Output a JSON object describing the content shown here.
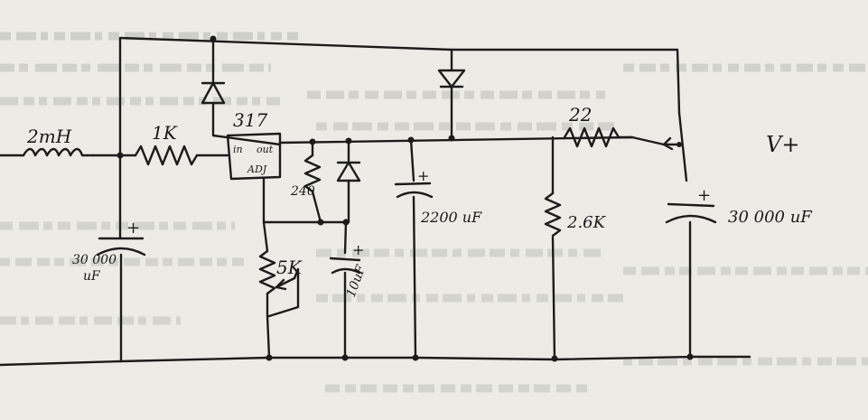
{
  "colors": {
    "paper": "#ecebe6",
    "ink": "#1c1c1c",
    "bleed": "#b8b8b4"
  },
  "components": {
    "inductor": "2mH",
    "resistor_series": "1K",
    "regulator": {
      "part": "317",
      "in": "in",
      "out": "out",
      "adj": "ADJ"
    },
    "resistor_240": "240",
    "potentiometer": "5K",
    "cap_input": {
      "value_line1": "30 000",
      "value_line2": "uF",
      "polarity": "+"
    },
    "cap_adj": {
      "value": "10uF",
      "polarity": "+"
    },
    "cap_2200": {
      "value": "2200 uF",
      "polarity": "+"
    },
    "resistor_bleeder": "2.6K",
    "resistor_22": "22",
    "cap_output": {
      "value": "30 000 uF",
      "polarity": "+"
    },
    "output_label": "V+"
  }
}
